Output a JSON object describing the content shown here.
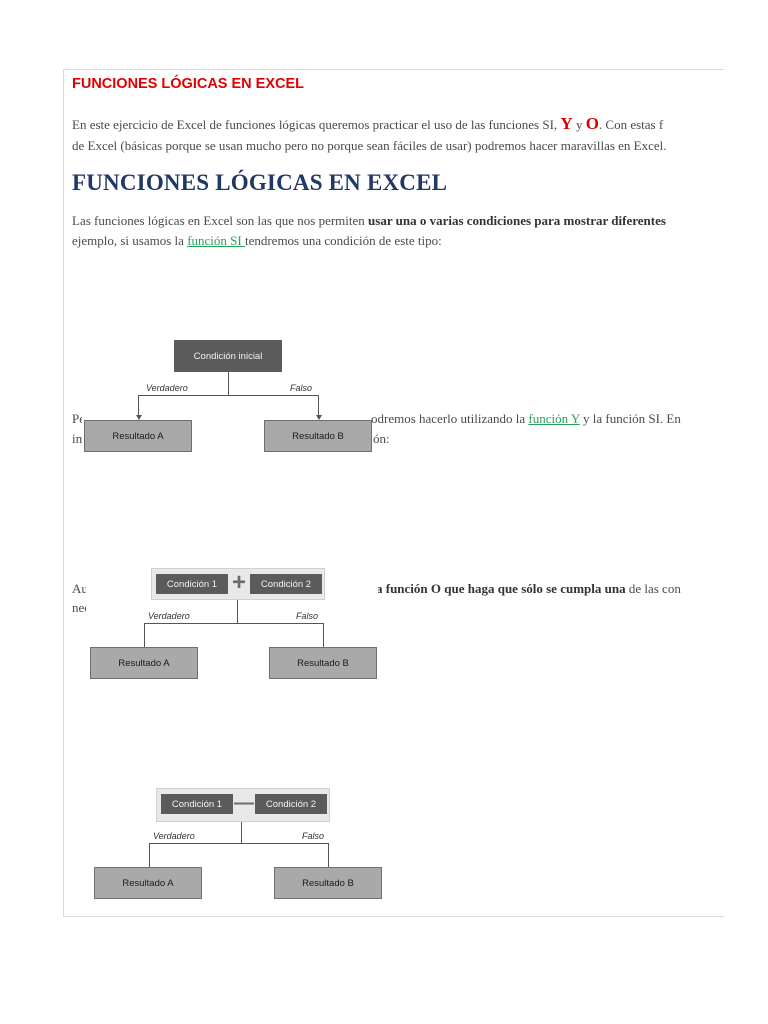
{
  "header": {
    "title": "FUNCIONES LÓGICAS EN EXCEL"
  },
  "intro": {
    "before": "En este ejercicio de Excel de funciones lógicas queremos practicar el uso de las funciones SI,",
    "y_letter": "Y",
    "and_word": "y",
    "o_letter": "O",
    "after": ". Con estas f",
    "line2": "de Excel (básicas porque se usan mucho pero no porque sean fáciles de usar) podremos hacer maravillas en Excel."
  },
  "main_title": "FUNCIONES LÓGICAS EN EXCEL",
  "para1": {
    "before": "Las funciones lógicas en Excel son las que nos permiten ",
    "bold": "usar una o varias condiciones para mostrar diferentes",
    "line2_before": "ejemplo, si usamos la ",
    "link": "función SI ",
    "line2_after": "tendremos una condición de este tipo:"
  },
  "para2": {
    "line1_left": "Pe",
    "line1_right_before": "odremos hacerlo utilizando la ",
    "link": "función Y",
    "line1_right_after": " y la función SI. En",
    "line2_left": "im",
    "line2_right": "ón:"
  },
  "para3": {
    "line1_left": "Au",
    "bold": "a función O que haga que sólo se cumpla una",
    "line1_after": " de las con",
    "line2_left": "nec"
  },
  "diagrams": {
    "d1": {
      "condition": "Condición inicial",
      "true_label": "Verdadero",
      "false_label": "Falso",
      "result_a": "Resultado A",
      "result_b": "Resultado B"
    },
    "d2": {
      "condition_1": "Condición 1",
      "operator": "+",
      "condition_2": "Condición 2",
      "true_label": "Verdadero",
      "false_label": "Falso",
      "result_a": "Resultado A",
      "result_b": "Resultado B"
    },
    "d3": {
      "condition_1": "Condición 1",
      "operator": "—",
      "condition_2": "Condición 2",
      "true_label": "Verdadero",
      "false_label": "Falso",
      "result_a": "Resultado A",
      "result_b": "Resultado B"
    }
  },
  "colors": {
    "title_red": "#e00000",
    "heading_navy": "#1f3864",
    "link_green": "#2aa05a"
  }
}
